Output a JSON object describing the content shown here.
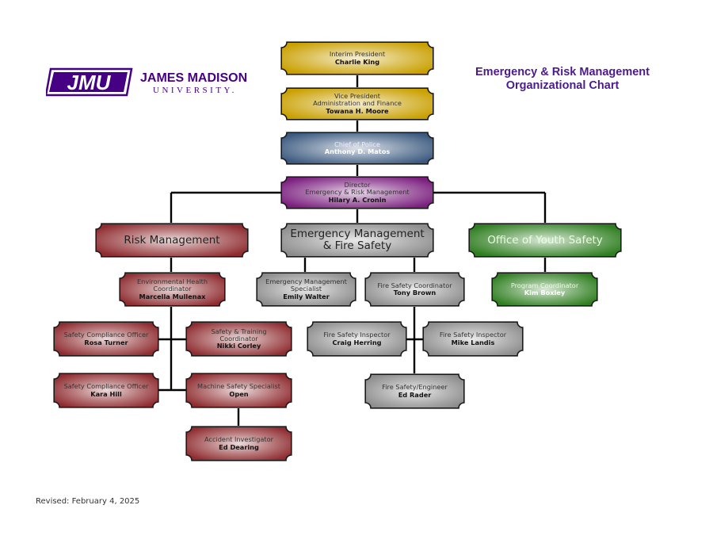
{
  "logo": {
    "mark": "JMU",
    "name_line1": "JAMES MADISON",
    "name_line2": "UNIVERSITY.",
    "brand_color": "#450084"
  },
  "title": {
    "line1": "Emergency & Risk Management",
    "line2": "Organizational Chart",
    "color": "#4b1a8c"
  },
  "revised": "Revised: February 4, 2025",
  "colors": {
    "gold": "#c9a000",
    "blue": "#3c5a80",
    "purple": "#7a1f7e",
    "red": "#8e2c30",
    "gray": "#8c8c8c",
    "green": "#2e7d1f"
  },
  "nodes": {
    "president": {
      "title": "Interim President",
      "name": "Charlie King"
    },
    "vp": {
      "title1": "Vice President",
      "title2": "Administration and Finance",
      "name": "Towana H. Moore"
    },
    "police": {
      "title": "Chief of Police",
      "name": "Anthony D. Matos"
    },
    "director": {
      "title1": "Director",
      "title2": "Emergency & Risk Management",
      "name": "Hilary A. Cronin"
    },
    "risk": {
      "label": "Risk Management"
    },
    "emfs": {
      "line1": "Emergency Management",
      "line2": "& Fire Safety"
    },
    "youth": {
      "label": "Office of Youth Safety"
    },
    "env_health": {
      "title1": "Environmental Health",
      "title2": "Coordinator",
      "name": "Marcella Mullenax"
    },
    "em_specialist": {
      "title1": "Emergency Management",
      "title2": "Specialist",
      "name": "Emily Walter"
    },
    "fire_coord": {
      "title": "Fire Safety Coordinator",
      "name": "Tony Brown"
    },
    "program_coord": {
      "title": "Program Coordinator",
      "name": "Kim Boxley"
    },
    "sco1": {
      "title": "Safety Compliance Officer",
      "name": "Rosa Turner"
    },
    "training": {
      "title1": "Safety & Training",
      "title2": "Coordinator",
      "name": "Nikki Corley"
    },
    "sco2": {
      "title": "Safety Compliance Officer",
      "name": "Kara Hill"
    },
    "machine": {
      "title": "Machine Safety Specialist",
      "name": "Open"
    },
    "accident": {
      "title": "Accident Investigator",
      "name": "Ed Dearing"
    },
    "inspector1": {
      "title": "Fire Safety Inspector",
      "name": "Craig Herring"
    },
    "inspector2": {
      "title": "Fire Safety Inspector",
      "name": "Mike Landis"
    },
    "engineer": {
      "title": "Fire Safety/Engineer",
      "name": "Ed Rader"
    }
  }
}
